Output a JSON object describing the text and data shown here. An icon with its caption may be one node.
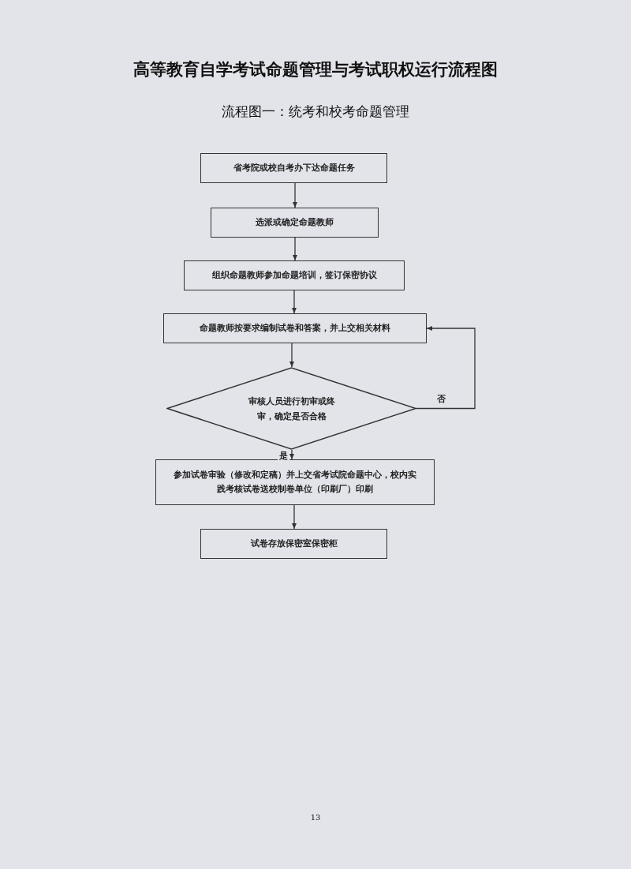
{
  "diagram": {
    "title": "高等教育自学考试命题管理与考试职权运行流程图",
    "nodes": [
      {
        "text": [
          "省考院或校自考办下达命题任务"
        ]
      },
      {
        "text": [
          "选派或确定命题教师"
        ]
      },
      {
        "text": [
          "组织命题教师参加命题培训，签订保密协议"
        ]
      },
      {
        "text": [
          "命题教师按要求编制试卷和答案，并上交相关材料"
        ]
      },
      {
        "text": [
          "审核人员进行初审或终审，确定是否合格"
        ]
      },
      {
        "text": [
          "参加试卷审验（修改和定稿）并上交省考试院命题中心，校内实践考核试卷送校制卷单位（印刷厂）印刷"
        ]
      },
      {
        "text": [
          "试卷存放保密室保密柜"
        ]
      }
    ],
    "edges": [
      {
        "from": 0,
        "to": 1,
        "arrow": "to"
      },
      {
        "from": 1,
        "to": 2,
        "arrow": "to"
      },
      {
        "from": 2,
        "to": 3,
        "arrow": "to"
      },
      {
        "from": 3,
        "to": 4,
        "arrow": "to"
      },
      {
        "from": 4,
        "to": 5,
        "arrow": "to",
        "label": "是"
      },
      {
        "from": 4,
        "to": 3,
        "arrow": "to",
        "label": "否"
      },
      {
        "from": 5,
        "to": 6,
        "arrow": "to"
      }
    ],
    "labels": [
      "流程图一：统考和校考命题管理",
      "13"
    ]
  }
}
